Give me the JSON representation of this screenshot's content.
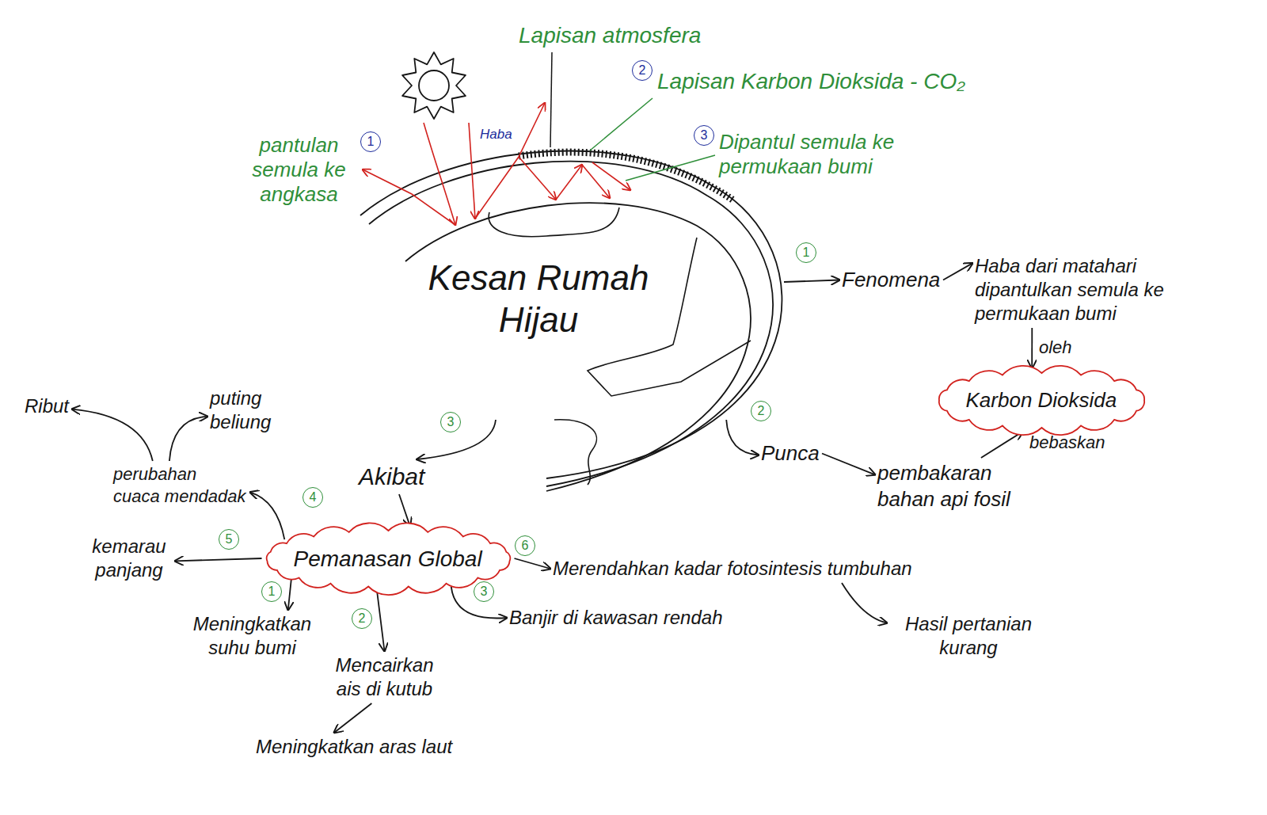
{
  "diagram": {
    "nodes": [
      {
        "text": [
          "Kesan Rumah Hijau"
        ]
      },
      {
        "text": [
          "Fenomena"
        ]
      },
      {
        "text": [
          "Haba dari matahari dipantulkan semula ke permukaan bumi"
        ]
      },
      {
        "text": [
          "Karbon Dioksida"
        ]
      },
      {
        "text": [
          "Punca"
        ]
      },
      {
        "text": [
          "pembakaran bahan api fosil"
        ]
      },
      {
        "text": [
          "Akibat"
        ]
      },
      {
        "text": [
          "Pemanasan Global"
        ]
      },
      {
        "text": [
          "Meningkatkan suhu bumi"
        ]
      },
      {
        "text": [
          "Mencairkan ais di kutub"
        ]
      },
      {
        "text": [
          "Meningkatkan aras laut"
        ]
      },
      {
        "text": [
          "Banjir di kawasan rendah"
        ]
      },
      {
        "text": [
          "perubahan cuaca mendadak"
        ]
      },
      {
        "text": [
          "Ribut"
        ]
      },
      {
        "text": [
          "puting beliung"
        ]
      },
      {
        "text": [
          "kemarau panjang"
        ]
      },
      {
        "text": [
          "Merendahkan kadar fotosintesis tumbuhan"
        ]
      },
      {
        "text": [
          "Hasil pertanian kurang"
        ]
      }
    ],
    "edges": [
      {
        "from": 0,
        "to": 1,
        "label": "1",
        "arrow": "to"
      },
      {
        "from": 1,
        "to": 2,
        "arrow": "to"
      },
      {
        "from": 2,
        "to": 3,
        "label": "oleh",
        "arrow": "to"
      },
      {
        "from": 0,
        "to": 4,
        "label": "2",
        "arrow": "to"
      },
      {
        "from": 4,
        "to": 5,
        "arrow": "to"
      },
      {
        "from": 5,
        "to": 3,
        "label": "bebaskan",
        "arrow": "to"
      },
      {
        "from": 0,
        "to": 6,
        "label": "3",
        "arrow": "to"
      },
      {
        "from": 6,
        "to": 7,
        "arrow": "to"
      },
      {
        "from": 7,
        "to": 8,
        "label": "1",
        "arrow": "to"
      },
      {
        "from": 7,
        "to": 9,
        "label": "2",
        "arrow": "to"
      },
      {
        "from": 9,
        "to": 10,
        "arrow": "to"
      },
      {
        "from": 7,
        "to": 11,
        "label": "3",
        "arrow": "to"
      },
      {
        "from": 7,
        "to": 12,
        "label": "4",
        "arrow": "to"
      },
      {
        "from": 12,
        "to": 13,
        "arrow": "to"
      },
      {
        "from": 12,
        "to": 14,
        "arrow": "to"
      },
      {
        "from": 7,
        "to": 15,
        "label": "5",
        "arrow": "to"
      },
      {
        "from": 7,
        "to": 16,
        "label": "6",
        "arrow": "to"
      },
      {
        "from": 16,
        "to": 17,
        "arrow": "to"
      }
    ],
    "labels": [
      "Lapisan atmosfera",
      "2",
      "Lapisan Karbon Dioksida - CO₂",
      "pantulan semula ke angkasa",
      "1",
      "Haba",
      "3",
      "Dipantul semula ke permukaan bumi"
    ]
  }
}
